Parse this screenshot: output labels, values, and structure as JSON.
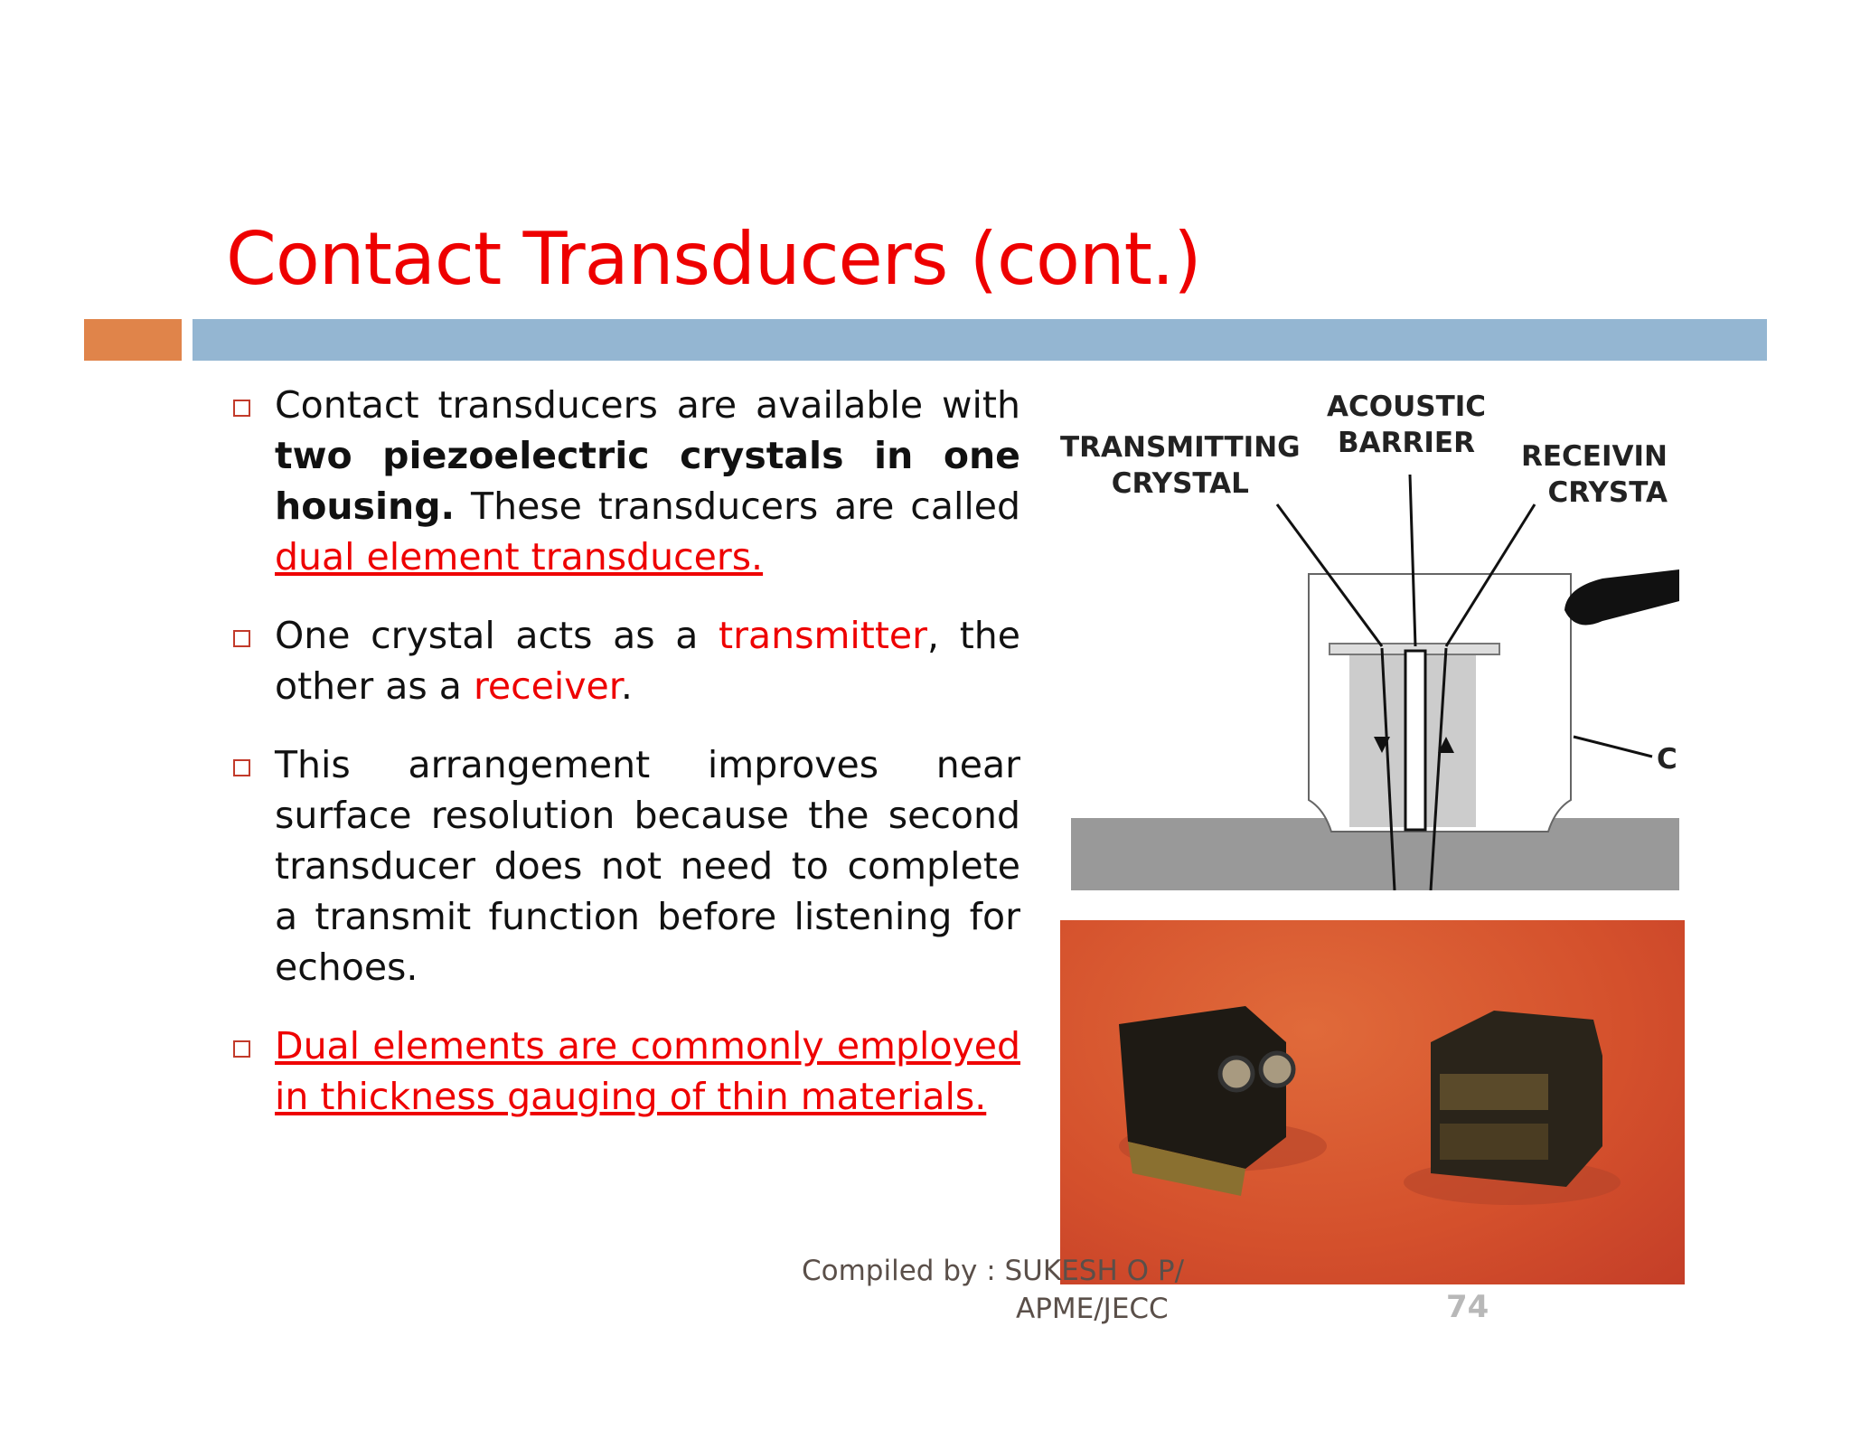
{
  "slide": {
    "title": "Contact Transducers (cont.)",
    "bullets": [
      {
        "t1": "Contact transducers are available with ",
        "bold": "two piezoelectric crystals in one housing.",
        "t2": " These transducers are called ",
        "link": "dual element transducers."
      },
      {
        "t1": "One crystal acts as a ",
        "red1": "transmitter",
        "t2": ", the other as a ",
        "red2": "receiver",
        "t3": "."
      },
      {
        "t1": "This arrangement improves near surface resolution because the second transducer does not need to complete a transmit function before listening for echoes."
      },
      {
        "link": "Dual elements are commonly employed in thickness gauging of thin materials."
      }
    ],
    "diagram_labels": {
      "acoustic_1": "ACOUSTIC",
      "acoustic_2": "BARRIER",
      "transmitting_1": "TRANSMITTING",
      "transmitting_2": "CRYSTAL",
      "receiving_1": "RECEIVIN",
      "receiving_2": "CRYSTA",
      "case": "C"
    },
    "footer": {
      "line1": "Compiled by : SUKESH O P/",
      "line2": "APME/JECC"
    },
    "page_number": "74"
  },
  "colors": {
    "title": "#ee0000",
    "accent_orange": "#e0844a",
    "accent_blue": "#94b6d2"
  }
}
